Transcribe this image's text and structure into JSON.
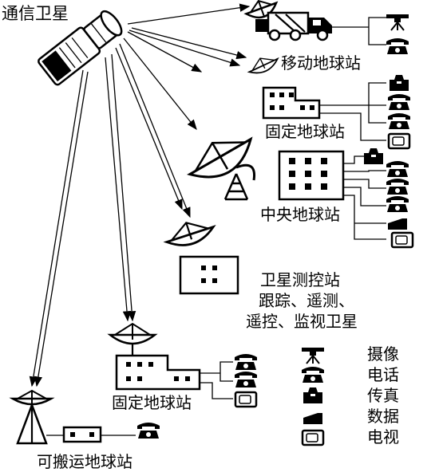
{
  "labels": {
    "satellite": "通信卫星",
    "mobile_station": "移动地球站",
    "fixed_station_top": "固定地球站",
    "central_station": "中央地球站",
    "tt_station_line1": "卫星测控站",
    "tt_station_line2": "跟踪、遥测、",
    "tt_station_line3": "遥控、监视卫星",
    "fixed_station_bottom": "固定地球站",
    "portable_station": "可搬运地球站"
  },
  "legend": [
    {
      "icon": "camera-icon",
      "label": "摄像"
    },
    {
      "icon": "telephone-icon",
      "label": "电话"
    },
    {
      "icon": "fax-icon",
      "label": "传真"
    },
    {
      "icon": "data-terminal-icon",
      "label": "数据"
    },
    {
      "icon": "tv-icon",
      "label": "电视"
    }
  ]
}
